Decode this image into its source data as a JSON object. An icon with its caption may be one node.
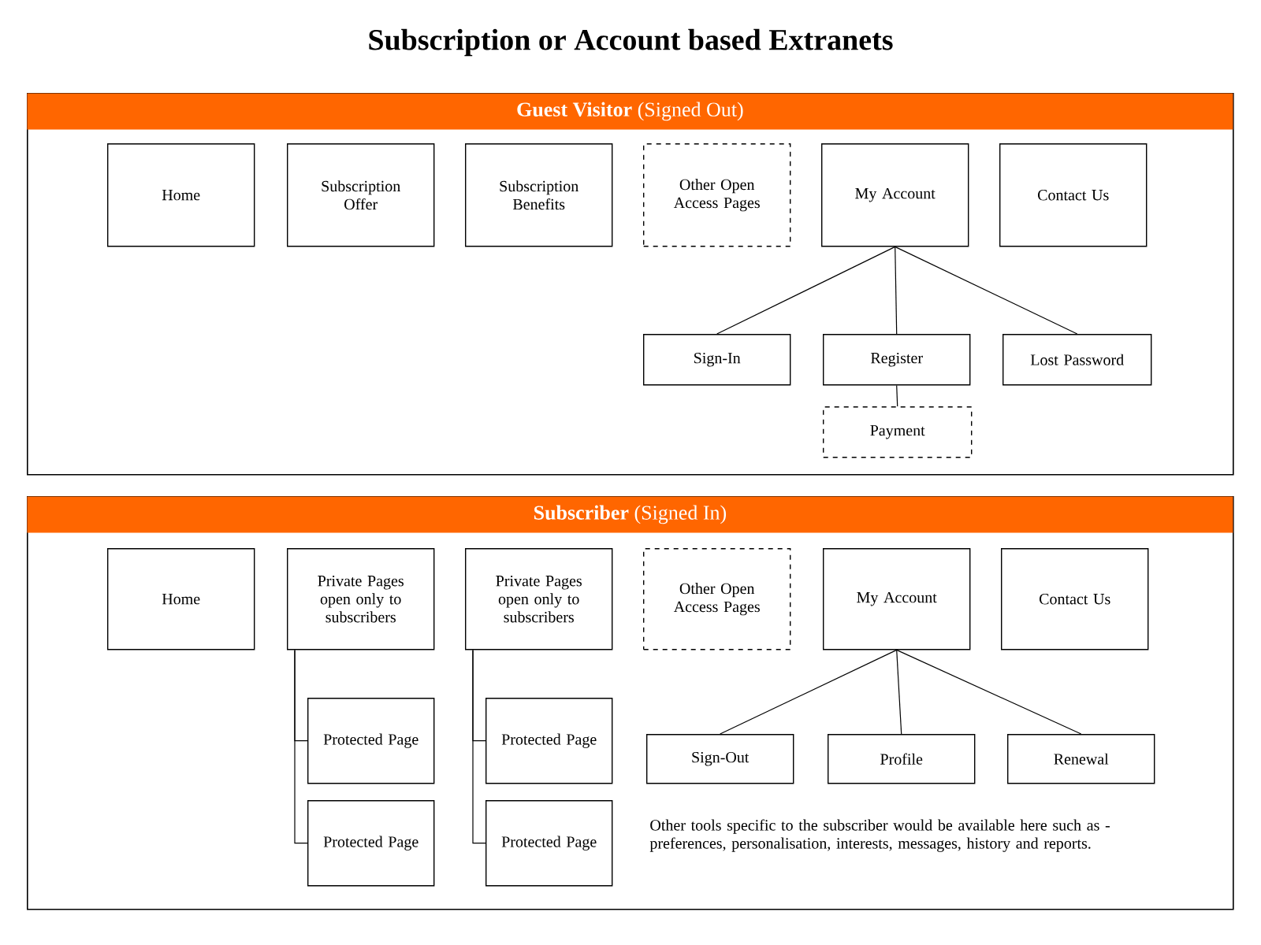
{
  "diagram": {
    "title": "Subscription or Account based Extranets",
    "nodes": [
      {
        "text": [
          "**Guest Visitor** (Signed Out)"
        ]
      },
      {
        "text": [
          "Home"
        ],
        "in": 0
      },
      {
        "text": [
          "Subscription Offer"
        ],
        "in": 0
      },
      {
        "text": [
          "Subscription Benefits"
        ],
        "in": 0
      },
      {
        "text": [
          "Other Open Access Pages"
        ],
        "in": 0
      },
      {
        "text": [
          "My Account"
        ],
        "in": 0
      },
      {
        "text": [
          "Contact Us"
        ],
        "in": 0
      },
      {
        "text": [
          "Sign-In"
        ],
        "in": 0
      },
      {
        "text": [
          "Register"
        ],
        "in": 0
      },
      {
        "text": [
          "Lost Password"
        ],
        "in": 0
      },
      {
        "text": [
          "Payment"
        ],
        "in": 0
      },
      {
        "text": [
          "**Subscriber** (Signed In)"
        ]
      },
      {
        "text": [
          "Home"
        ],
        "in": 11
      },
      {
        "text": [
          "Private Pages open only to subscribers"
        ],
        "in": 11
      },
      {
        "text": [
          "Private Pages open only to subscribers"
        ],
        "in": 11
      },
      {
        "text": [
          "Other Open Access Pages"
        ],
        "in": 11
      },
      {
        "text": [
          "My Account"
        ],
        "in": 11
      },
      {
        "text": [
          "Contact Us"
        ],
        "in": 11
      },
      {
        "text": [
          "Protected Page"
        ],
        "in": 11
      },
      {
        "text": [
          "Protected Page"
        ],
        "in": 11
      },
      {
        "text": [
          "Protected Page"
        ],
        "in": 11
      },
      {
        "text": [
          "Protected Page"
        ],
        "in": 11
      },
      {
        "text": [
          "Sign-Out"
        ],
        "in": 11
      },
      {
        "text": [
          "Profile"
        ],
        "in": 11
      },
      {
        "text": [
          "Renewal"
        ],
        "in": 11
      }
    ],
    "edges": [
      {
        "from": 5,
        "to": 7,
        "arrow": "none"
      },
      {
        "from": 5,
        "to": 8,
        "arrow": "none"
      },
      {
        "from": 5,
        "to": 9,
        "arrow": "none"
      },
      {
        "from": 8,
        "to": 10,
        "arrow": "none"
      },
      {
        "from": 13,
        "to": 18,
        "arrow": "none"
      },
      {
        "from": 13,
        "to": 19,
        "arrow": "none"
      },
      {
        "from": 14,
        "to": 20,
        "arrow": "none"
      },
      {
        "from": 14,
        "to": 21,
        "arrow": "none"
      },
      {
        "from": 16,
        "to": 22,
        "arrow": "none"
      },
      {
        "from": 16,
        "to": 23,
        "arrow": "none"
      },
      {
        "from": 16,
        "to": 24,
        "arrow": "none"
      }
    ],
    "labels": [
      "Other tools specific to the subscriber would be available here such as - preferences, personalisation, interests, messages, history and reports."
    ]
  }
}
